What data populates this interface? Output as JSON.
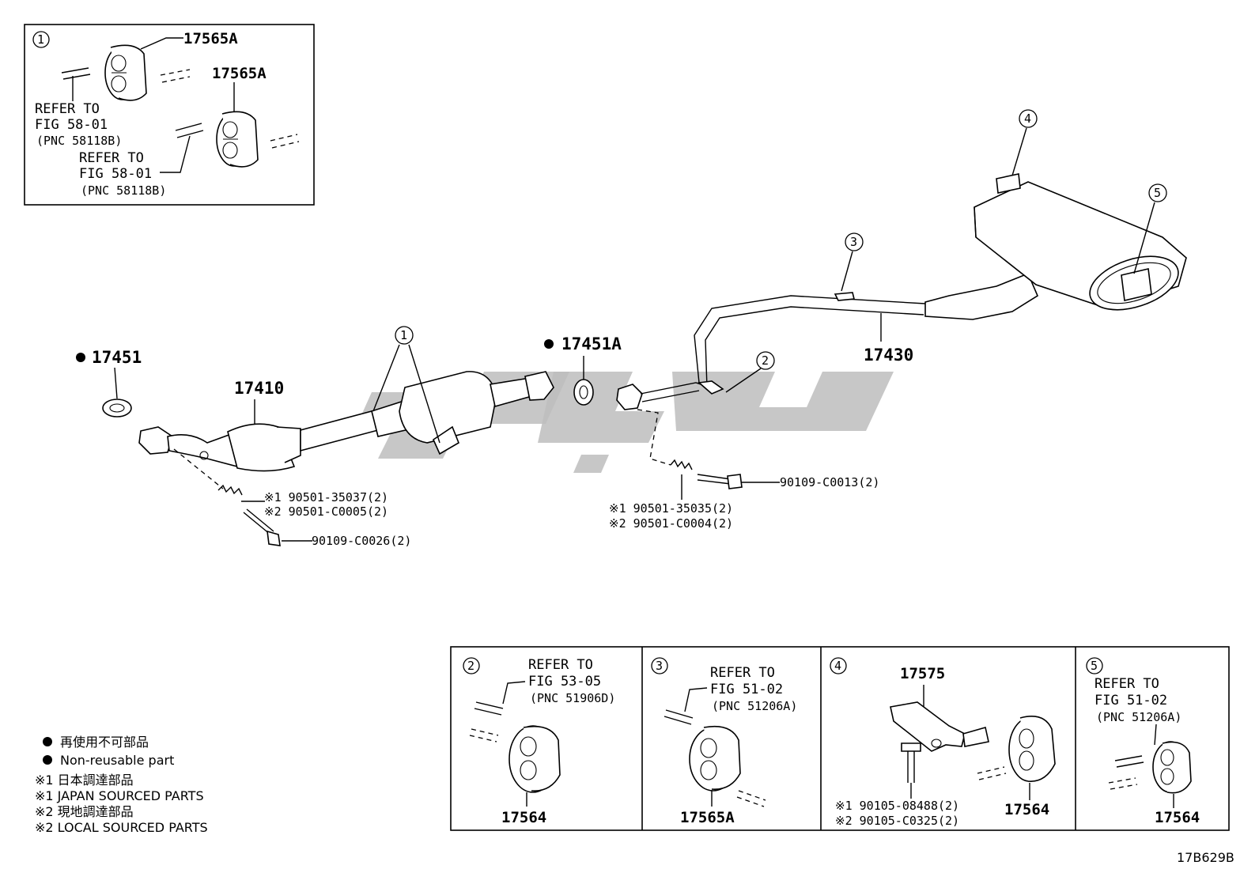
{
  "top_left_box": {
    "callout": "1",
    "part_a": "17565A",
    "part_b": "17565A",
    "ref1_line1": "REFER TO",
    "ref1_line2": "FIG 58-01",
    "ref1_line3": "(PNC 58118B)",
    "ref2_line1": "REFER TO",
    "ref2_line2": "FIG 58-01",
    "ref2_line3": "(PNC 58118B)"
  },
  "main": {
    "p17451": "17451",
    "p17451A": "17451A",
    "p17410": "17410",
    "p17430": "17430",
    "callout_1": "1",
    "callout_2": "2",
    "callout_3": "3",
    "callout_4": "4",
    "callout_5": "5",
    "spring1_a": "※1 90501-35037(2)",
    "spring1_b": "※2 90501-C0005(2)",
    "bolt1": "90109-C0026(2)",
    "bolt2": "90109-C0013(2)",
    "spring2_a": "※1 90501-35035(2)",
    "spring2_b": "※2 90501-C0004(2)"
  },
  "bottom_boxes": [
    {
      "callout": "2",
      "ref1": "REFER TO",
      "ref2": "FIG 53-05",
      "ref3": "(PNC 51906D)",
      "part": "17564"
    },
    {
      "callout": "3",
      "ref1": "REFER TO",
      "ref2": "FIG 51-02",
      "ref3": "(PNC 51206A)",
      "part": "17565A"
    },
    {
      "callout": "4",
      "part_top": "17575",
      "bolt_a": "※1 90105-08488(2)",
      "bolt_b": "※2 90105-C0325(2)",
      "part": "17564"
    },
    {
      "callout": "5",
      "ref1": "REFER TO",
      "ref2": "FIG 51-02",
      "ref3": "(PNC 51206A)",
      "part": "17564"
    }
  ],
  "legend": {
    "jp_nonreuse": "再使用不可部品",
    "en_nonreuse": "Non-reusable part",
    "jp_japan": "※1 日本調達部品",
    "en_japan": "※1 JAPAN SOURCED PARTS",
    "jp_local": "※2 現地調達部品",
    "en_local": "※2 LOCAL SOURCED PARTS"
  },
  "figure_code": "17B629B",
  "icons": [
    "non-reusable-dot-icon",
    "exhaust-hanger-icon",
    "spring-icon",
    "bolt-icon"
  ]
}
